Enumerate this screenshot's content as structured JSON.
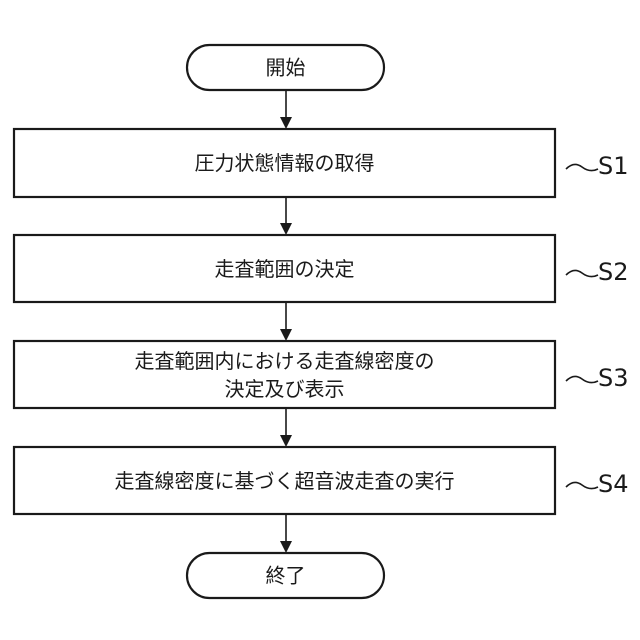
{
  "flowchart": {
    "start": {
      "label": "開始"
    },
    "steps": [
      {
        "id": "S1",
        "lines": [
          "圧力状態情報の取得"
        ]
      },
      {
        "id": "S2",
        "lines": [
          "走査範囲の決定"
        ]
      },
      {
        "id": "S3",
        "lines": [
          "走査範囲内における走査線密度の",
          "決定及び表示"
        ]
      },
      {
        "id": "S4",
        "lines": [
          "走査線密度に基づく超音波走査の実行"
        ]
      }
    ],
    "end": {
      "label": "終了"
    }
  },
  "colors": {
    "stroke": "#1a1a1a",
    "fill": "#ffffff"
  }
}
